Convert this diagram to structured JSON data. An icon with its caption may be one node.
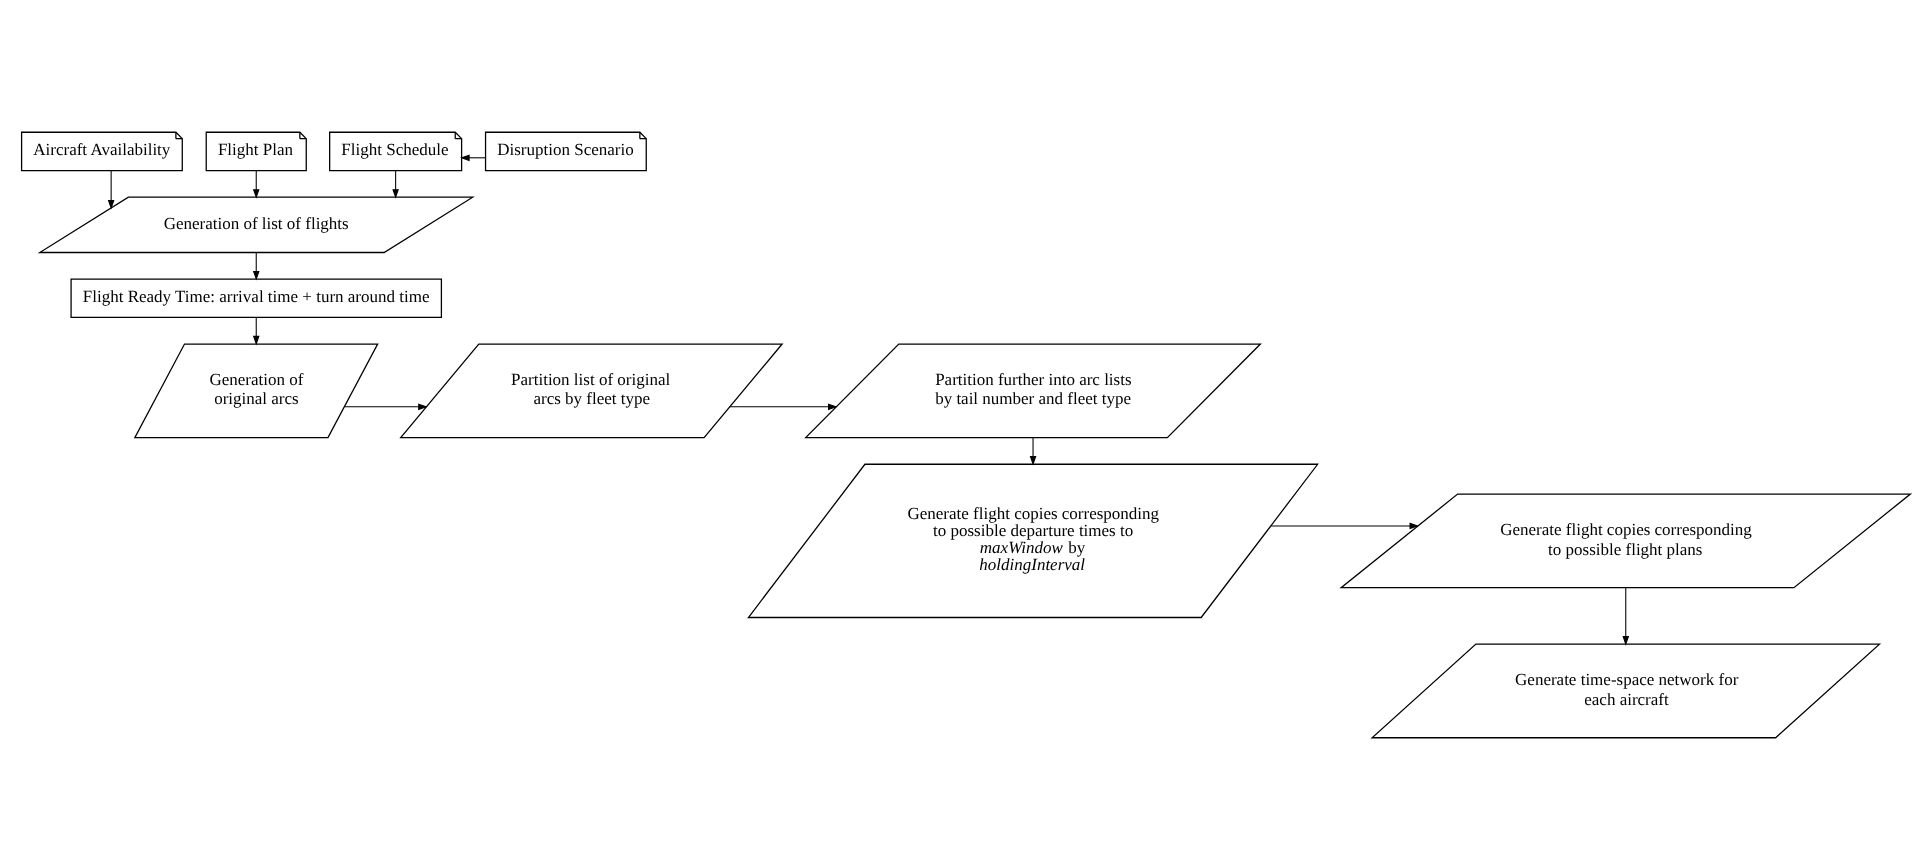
{
  "diagram": {
    "nodes": [
      {
        "text": [
          "Aircraft Availability"
        ]
      },
      {
        "text": [
          "Flight Plan"
        ]
      },
      {
        "text": [
          "Flight Schedule"
        ]
      },
      {
        "text": [
          "Disruption Scenario"
        ]
      },
      {
        "text": [
          "Generation of list of flights"
        ]
      },
      {
        "text": [
          "Flight Ready Time: arrival time + turn around time"
        ]
      },
      {
        "text": [
          "Generation of original arcs"
        ]
      },
      {
        "text": [
          "Partition list of original arcs by fleet type"
        ]
      },
      {
        "text": [
          "Partition further into arc lists by tail number and fleet type"
        ]
      },
      {
        "text": [
          "Generate flight copies corresponding to possible departure times to *maxWindow* by *holdingInterval*"
        ]
      },
      {
        "text": [
          "Generate flight copies corresponding to possible flight plans"
        ]
      },
      {
        "text": [
          "Generate time-space network for each aircraft"
        ]
      }
    ],
    "edges": [
      {
        "from": 0,
        "to": 4,
        "arrow": "to"
      },
      {
        "from": 1,
        "to": 4,
        "arrow": "to"
      },
      {
        "from": 2,
        "to": 4,
        "arrow": "to"
      },
      {
        "from": 3,
        "to": 2,
        "arrow": "to"
      },
      {
        "from": 4,
        "to": 5,
        "arrow": "to"
      },
      {
        "from": 5,
        "to": 6,
        "arrow": "to"
      },
      {
        "from": 6,
        "to": 7,
        "arrow": "to"
      },
      {
        "from": 7,
        "to": 8,
        "arrow": "to"
      },
      {
        "from": 8,
        "to": 9,
        "arrow": "to"
      },
      {
        "from": 9,
        "to": 10,
        "arrow": "to"
      },
      {
        "from": 10,
        "to": 11,
        "arrow": "to"
      }
    ]
  }
}
